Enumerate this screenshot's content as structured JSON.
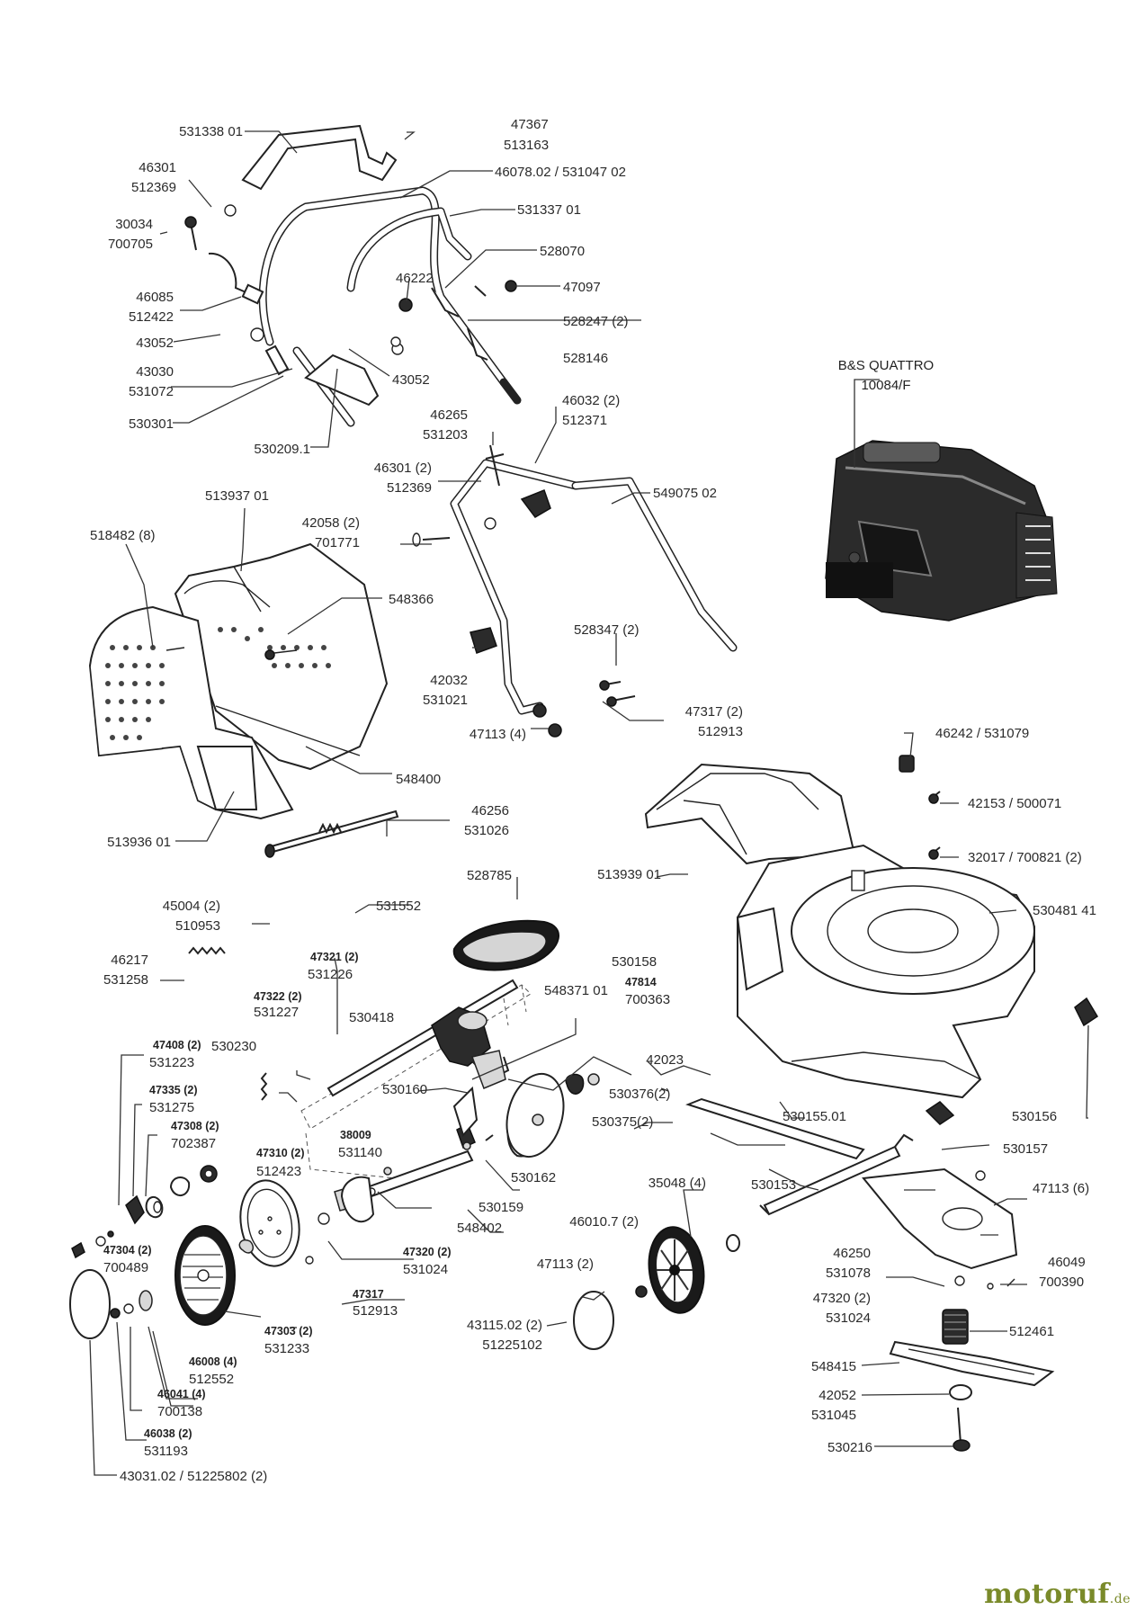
{
  "labels": {
    "l531338": "531338 01",
    "l47367": "47367",
    "l513163": "513163",
    "l46078": "46078.02 / 531047 02",
    "l46301a": "46301",
    "l512369a": "512369",
    "l531337": "531337 01",
    "l30034": "30034",
    "l700705": "700705",
    "l528070": "528070",
    "l46222": "46222",
    "l47097": "47097",
    "l46085": "46085",
    "l512422": "512422",
    "l528247": "528247 (2)",
    "l43052a": "43052",
    "l528146": "528146",
    "l43030": "43030",
    "l531072": "531072",
    "l43052b": "43052",
    "l530301": "530301",
    "l530209": "530209.1",
    "l46265": "46265",
    "l531203": "531203",
    "l46032": "46032 (2)",
    "l512371": "512371",
    "l46301b": "46301 (2)",
    "l512369b": "512369",
    "l549075": "549075 02",
    "l513937": "513937 01",
    "l42058": "42058 (2)",
    "l701771": "701771",
    "l518482": "518482 (8)",
    "l548366": "548366",
    "l528347": "528347 (2)",
    "l42032": "42032",
    "l531021": "531021",
    "l47317a": "47317 (2)",
    "l512913a": "512913",
    "l47113a": "47113 (4)",
    "l548400": "548400",
    "l46242": "46242 / 531079",
    "l42153": "42153 / 500071",
    "l46256": "46256",
    "l531026": "531026",
    "l513936": "513936 01",
    "l32017": "32017 / 700821 (2)",
    "l528785": "528785",
    "l513939": "513939 01",
    "l45004": "45004 (2)",
    "l510953": "510953",
    "l531552": "531552",
    "l530481": "530481 41",
    "l46217": "46217",
    "l531258": "531258",
    "l47321": "47321 (2)",
    "l531226": "531226",
    "l47322": "47322 (2)",
    "l531227": "531227",
    "l530418": "530418",
    "l548371": "548371 01",
    "l530158": "530158",
    "l47814": "47814",
    "l700363": "700363",
    "l530230": "530230",
    "l47408": "47408 (2)",
    "l531223": "531223",
    "l42023": "42023",
    "l530160": "530160",
    "l530376": "530376(2)",
    "l47335": "47335 (2)",
    "l531275": "531275",
    "l530375": "530375(2)",
    "l530155": "530155.01",
    "l530156": "530156",
    "l47308": "47308 (2)",
    "l702387": "702387",
    "l38009": "38009",
    "l531140": "531140",
    "l530157": "530157",
    "l47310": "47310 (2)",
    "l512423": "512423",
    "l530162": "530162",
    "l35048": "35048 (4)",
    "l530153": "530153",
    "l47113b": "47113 (6)",
    "l530159": "530159",
    "l548402": "548402",
    "l46010": "46010.7 (2)",
    "l46250": "46250",
    "l531078": "531078",
    "l47304": "47304 (2)",
    "l700489": "700489",
    "l47320a": "47320 (2)",
    "l531024a": "531024",
    "l47113c": "47113 (2)",
    "l46049": "46049",
    "l700390": "700390",
    "l47320b": "47320 (2)",
    "l531024b": "531024",
    "l47317b": "47317",
    "l512913b": "512913",
    "l512461": "512461",
    "l47303": "47303 (2)",
    "l531233": "531233",
    "l43115": "43115.02 (2)",
    "l51225102": "51225102",
    "l548415": "548415",
    "l46008": "46008 (4)",
    "l512552": "512552",
    "l42052": "42052",
    "l531045": "531045",
    "l46041": "46041 (4)",
    "l700138": "700138",
    "l530216": "530216",
    "l46038": "46038 (2)",
    "l531193": "531193",
    "l43031": "43031.02 / 51225802 (2)"
  },
  "engine": {
    "title": "B&S QUATTRO",
    "model": "10084/F"
  },
  "brand": {
    "name": "motoruf",
    "tld": ".de"
  },
  "colors": {
    "line": "#222222",
    "brand": "#7a8a2a"
  }
}
